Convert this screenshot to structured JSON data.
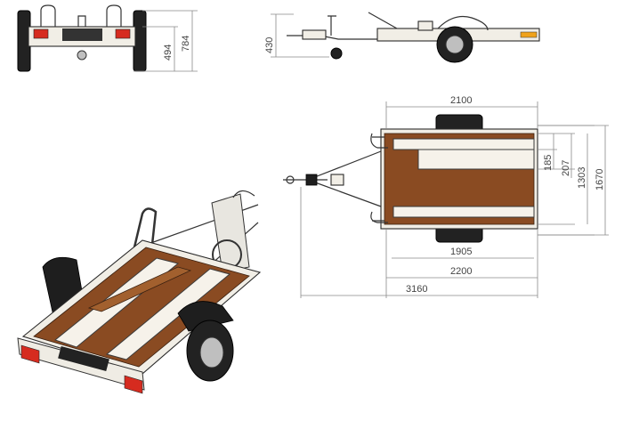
{
  "dimensions": {
    "rear_height_upper": "494",
    "rear_height_total": "784",
    "side_height": "430",
    "top_width_bed": "2100",
    "top_185": "185",
    "top_207": "207",
    "top_1303": "1303",
    "top_1670": "1670",
    "top_1905": "1905",
    "top_2200": "2200",
    "top_3160": "3160"
  },
  "colors": {
    "wood": "#8a4b22",
    "frame": "#f1eee6",
    "dimension_line": "#8a8a8a",
    "reflector_red": "#d62b1f",
    "reflector_amber": "#f0a21a"
  }
}
